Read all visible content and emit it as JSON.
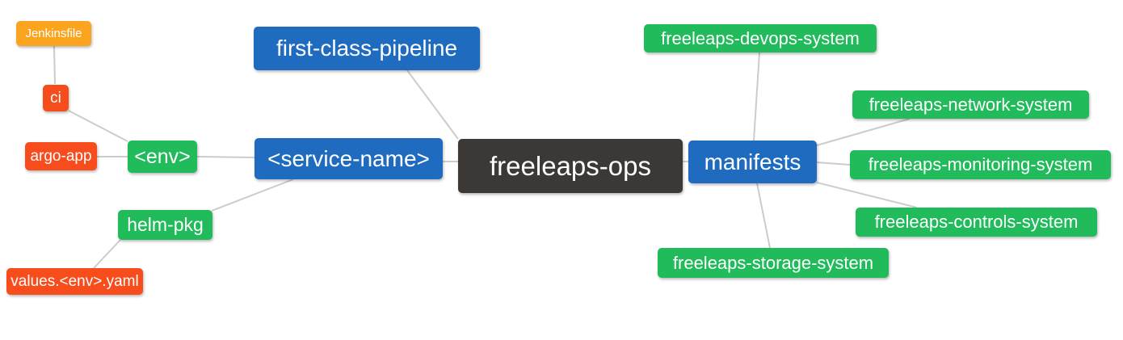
{
  "colors": {
    "blue": "#1E6BC0",
    "green": "#21BB5B",
    "orange": "#FAA420",
    "red": "#F74D1D",
    "dark": "#3B3835",
    "edge": "#CCCCCC",
    "node_text": "#FFFFFF",
    "background": "#FFFFFF"
  },
  "mindmap": {
    "root_label": "freeleaps-ops",
    "nodes": [
      {
        "id": "jenkinsfile",
        "label": "Jenkinsfile",
        "color": "orange"
      },
      {
        "id": "ci",
        "label": "ci",
        "color": "red"
      },
      {
        "id": "argo-app",
        "label": "argo-app",
        "color": "red"
      },
      {
        "id": "env",
        "label": "<env>",
        "color": "green"
      },
      {
        "id": "helm-pkg",
        "label": "helm-pkg",
        "color": "green"
      },
      {
        "id": "values-env-yaml",
        "label": "values.<env>.yaml",
        "color": "red"
      },
      {
        "id": "first-class-pipeline",
        "label": "first-class-pipeline",
        "color": "blue"
      },
      {
        "id": "service-name",
        "label": "<service-name>",
        "color": "blue"
      },
      {
        "id": "freeleaps-ops",
        "label": "freeleaps-ops",
        "color": "dark"
      },
      {
        "id": "manifests",
        "label": "manifests",
        "color": "blue"
      },
      {
        "id": "freeleaps-devops-system",
        "label": "freeleaps-devops-system",
        "color": "green"
      },
      {
        "id": "freeleaps-network-system",
        "label": "freeleaps-network-system",
        "color": "green"
      },
      {
        "id": "freeleaps-monitoring-system",
        "label": "freeleaps-monitoring-system",
        "color": "green"
      },
      {
        "id": "freeleaps-controls-system",
        "label": "freeleaps-controls-system",
        "color": "green"
      },
      {
        "id": "freeleaps-storage-system",
        "label": "freeleaps-storage-system",
        "color": "green"
      }
    ],
    "edges": [
      {
        "from": "jenkinsfile",
        "to": "ci"
      },
      {
        "from": "ci",
        "to": "env"
      },
      {
        "from": "argo-app",
        "to": "env"
      },
      {
        "from": "env",
        "to": "service-name"
      },
      {
        "from": "service-name",
        "to": "freeleaps-ops"
      },
      {
        "from": "service-name",
        "to": "helm-pkg"
      },
      {
        "from": "helm-pkg",
        "to": "values-env-yaml"
      },
      {
        "from": "first-class-pipeline",
        "to": "freeleaps-ops"
      },
      {
        "from": "freeleaps-ops",
        "to": "manifests"
      },
      {
        "from": "manifests",
        "to": "freeleaps-devops-system"
      },
      {
        "from": "manifests",
        "to": "freeleaps-network-system"
      },
      {
        "from": "manifests",
        "to": "freeleaps-monitoring-system"
      },
      {
        "from": "manifests",
        "to": "freeleaps-controls-system"
      },
      {
        "from": "manifests",
        "to": "freeleaps-storage-system"
      }
    ]
  }
}
